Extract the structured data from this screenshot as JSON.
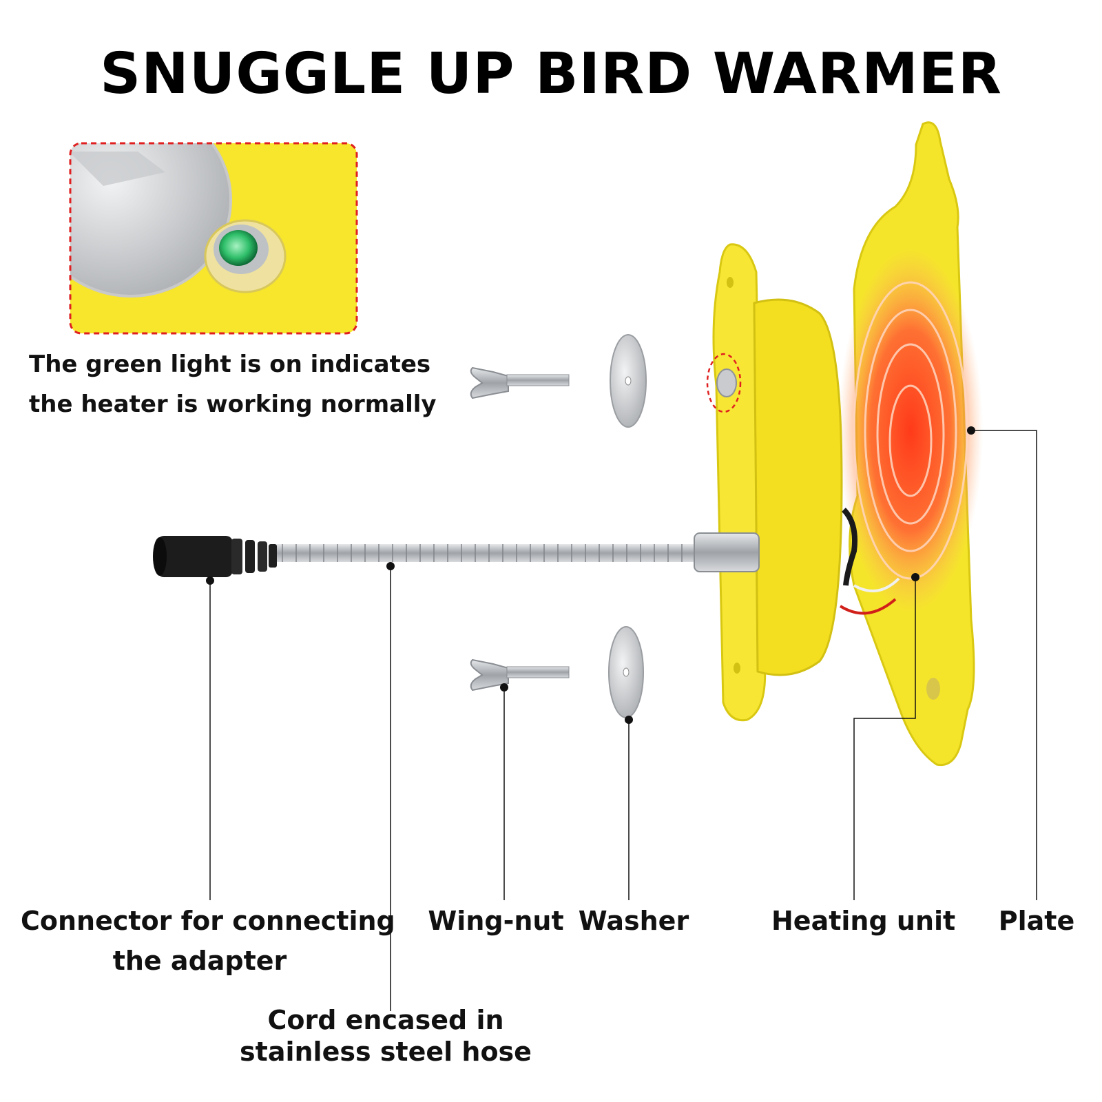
{
  "title": "SNUGGLE UP BIRD WARMER",
  "indicator_note": {
    "line1": "The green light is on indicates",
    "line2": "the heater is working normally"
  },
  "parts": {
    "connector": {
      "line1": "Connector for connecting",
      "line2": "the adapter"
    },
    "wing_nut": "Wing-nut",
    "washer": "Washer",
    "heating_unit": "Heating unit",
    "plate": "Plate",
    "cord": {
      "line1": "Cord encased in",
      "line2": "stainless steel hose"
    }
  },
  "colors": {
    "plate_yellow": "#f5e52a",
    "heat_glow": "#ff5a2a",
    "indicator_green": "#2fbf6a",
    "highlight_dash": "#e02020",
    "steel": "#b9bcc0"
  }
}
